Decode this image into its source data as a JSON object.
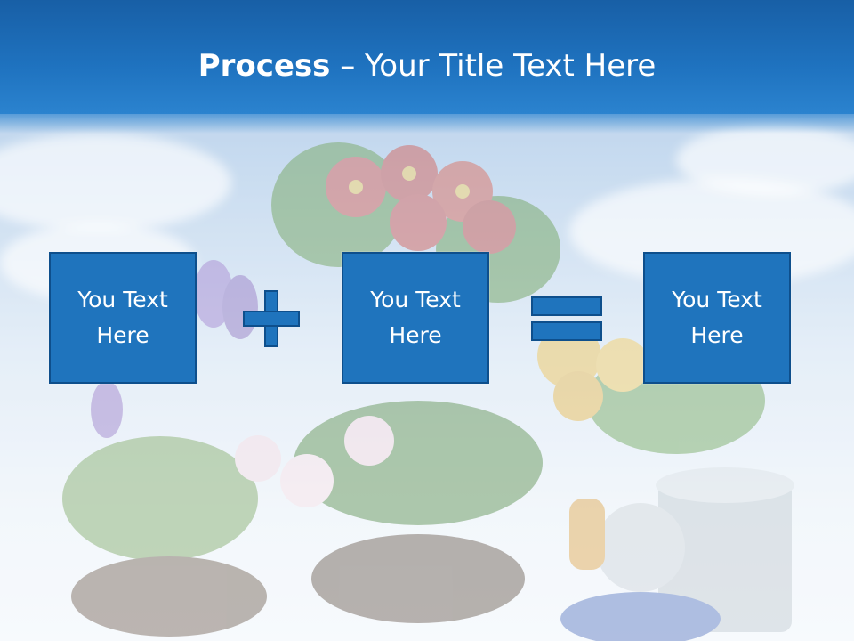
{
  "slide": {
    "title_bold": "Process",
    "title_rest": " – Your Title Text Here",
    "boxes": [
      {
        "text": "You Text\nHere"
      },
      {
        "text": "You Text\nHere"
      },
      {
        "text": "You Text\nHere"
      }
    ],
    "colors": {
      "header": "#1f73c0",
      "box_fill": "#1f74bd",
      "box_border": "#0e4f8c",
      "text": "#ffffff"
    }
  }
}
